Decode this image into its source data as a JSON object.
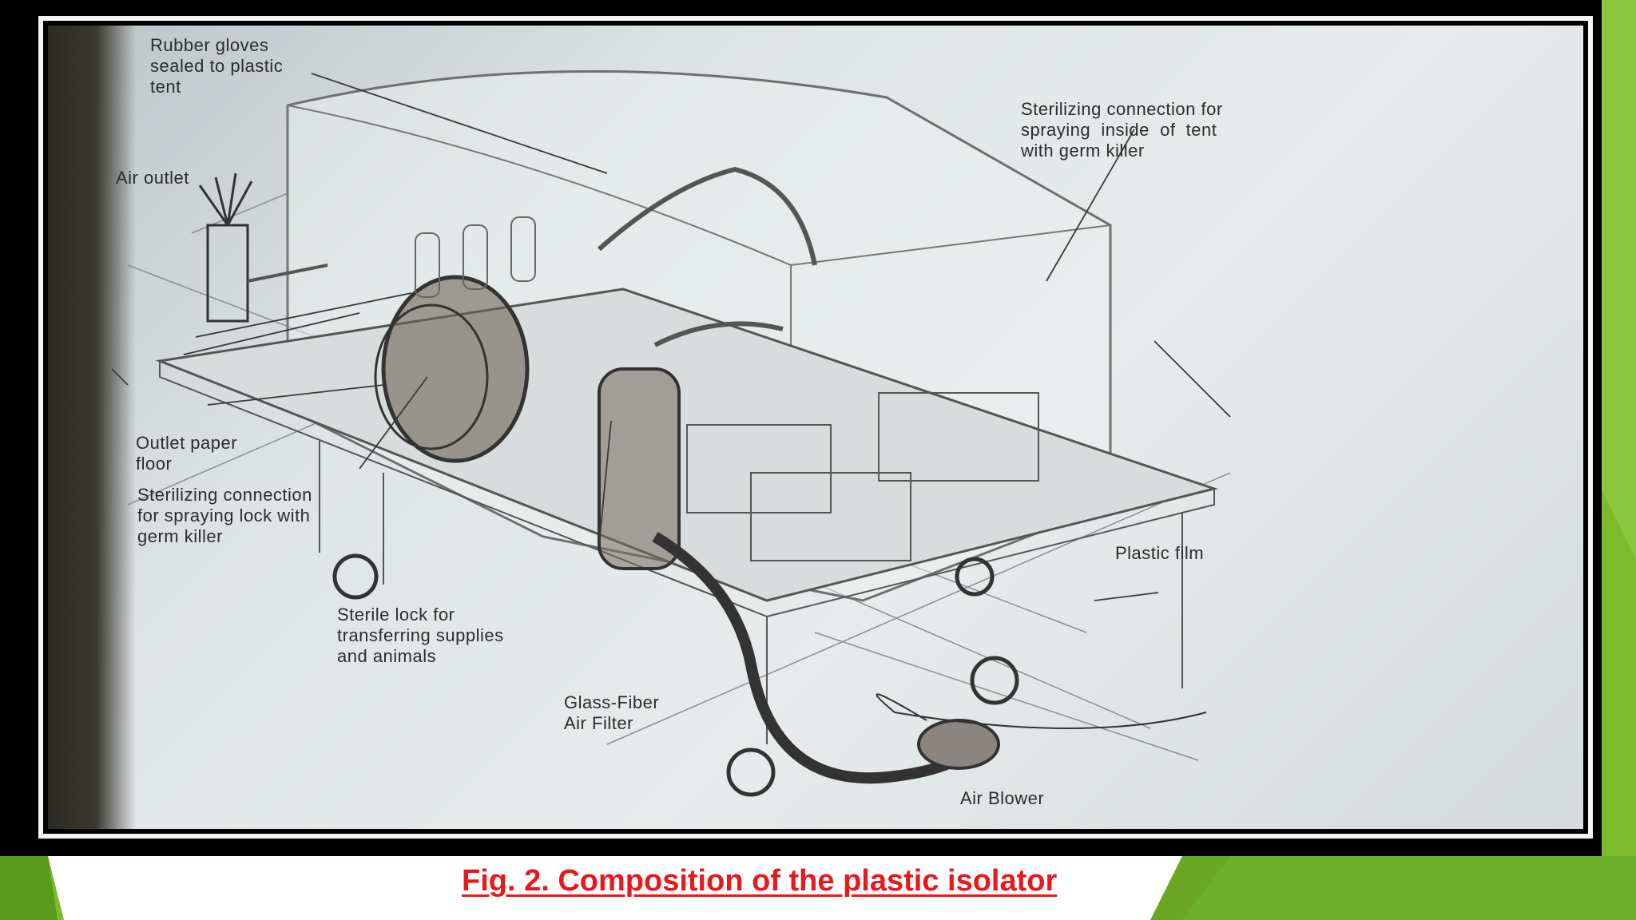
{
  "figure": {
    "caption": "Fig. 2. Composition of the plastic isolator",
    "labels": {
      "rubber_gloves": "Rubber gloves\nsealed to plastic\ntent",
      "air_outlet": "Air outlet",
      "sterilizing_tent": "Sterilizing connection for\nspraying  inside  of  tent\nwith germ killer",
      "outlet_paper_floor": "Outlet paper\nfloor",
      "sterilizing_lock": "Sterilizing connection\nfor spraying lock with\ngerm killer",
      "plastic_film": "Plastic film",
      "sterile_lock": "Sterile lock for\ntransferring supplies\nand animals",
      "glass_fiber_filter": "Glass-Fiber\nAir Filter",
      "air_blower": "Air Blower"
    }
  },
  "colors": {
    "accent_green": "#7dbb2e",
    "dark_green": "#5a9a1c",
    "caption_red": "#e8181c"
  }
}
